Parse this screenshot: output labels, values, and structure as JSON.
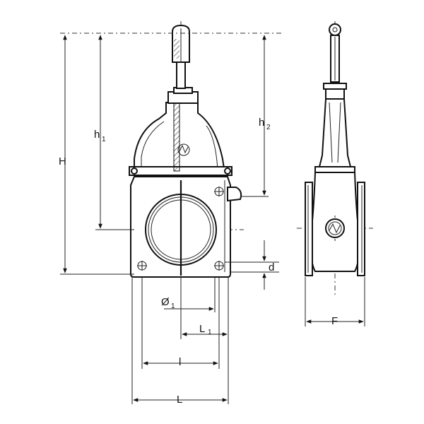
{
  "labels": {
    "H": "H",
    "h1_main": "h",
    "h1_sub": "1",
    "h2_main": "h",
    "h2_sub": "2",
    "d": "d",
    "o1_main": "Ø",
    "o1_sub": "1",
    "L1_main": "L",
    "L1_sub": "1",
    "l": "l",
    "L": "L",
    "F": "F"
  }
}
